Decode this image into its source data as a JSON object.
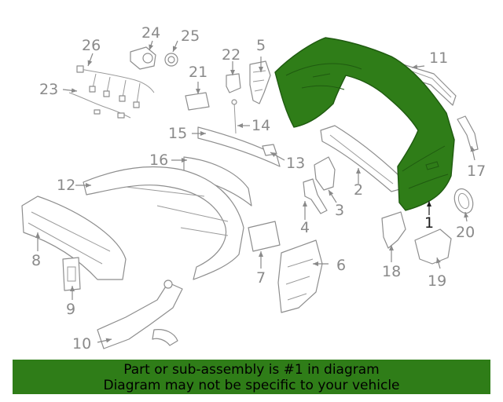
{
  "diagram": {
    "callouts": [
      "1",
      "2",
      "3",
      "4",
      "5",
      "6",
      "7",
      "8",
      "9",
      "10",
      "11",
      "12",
      "13",
      "14",
      "15",
      "16",
      "17",
      "18",
      "19",
      "20",
      "21",
      "22",
      "23",
      "24",
      "25",
      "26"
    ],
    "highlighted_part": "1",
    "highlight_color": "#2f7d18"
  },
  "banner": {
    "line1": "Part or sub-assembly is #1 in diagram",
    "line2": "Diagram may not be specific to your vehicle",
    "color": "#2f7d18"
  }
}
